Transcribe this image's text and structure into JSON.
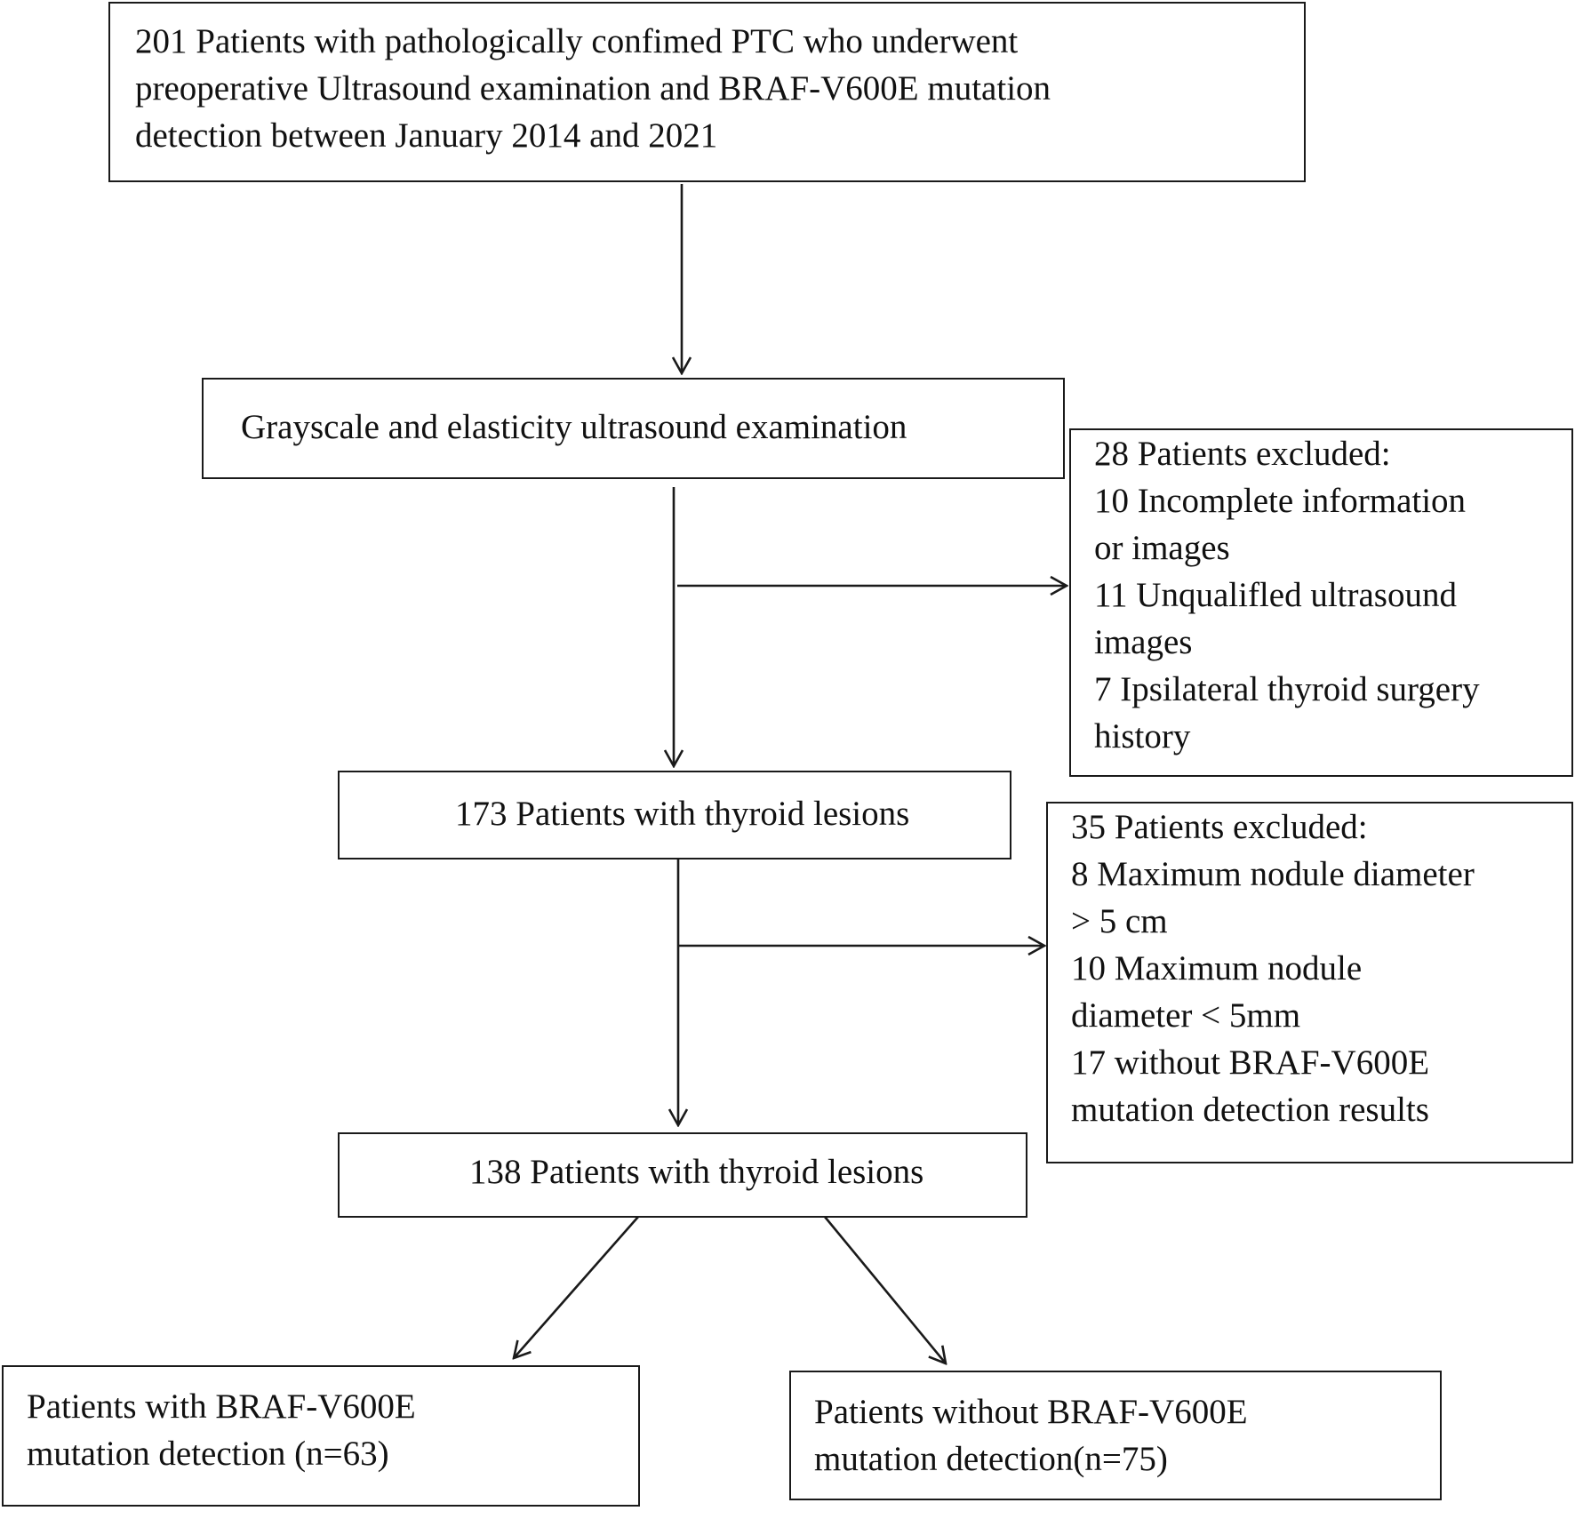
{
  "boxes": {
    "initial": {
      "lines": [
        "201 Patients with pathologically confimed PTC who underwent",
        "preoperative Ultrasound examination and BRAF-V600E mutation",
        "detection between January 2014 and 2021"
      ]
    },
    "ultrasound": {
      "lines": [
        "Grayscale and elasticity ultrasound examination"
      ]
    },
    "exclusion1": {
      "lines": [
        "28 Patients excluded:",
        "10 Incomplete information",
        "or images",
        "11 Unqualifled ultrasound",
        "images",
        "7 Ipsilateral thyroid surgery",
        "history"
      ]
    },
    "step173": {
      "lines": [
        "173 Patients with thyroid lesions"
      ]
    },
    "exclusion2": {
      "lines": [
        "35 Patients excluded:",
        "8 Maximum nodule diameter",
        "> 5 cm",
        "10 Maximum nodule",
        "diameter < 5mm",
        "17 without BRAF-V600E",
        "mutation detection results"
      ]
    },
    "step138": {
      "lines": [
        "138  Patients with thyroid lesions"
      ]
    },
    "braf_positive": {
      "lines": [
        "Patients with BRAF-V600E",
        "mutation detection  (n=63)"
      ]
    },
    "braf_negative": {
      "lines": [
        "Patients without BRAF-V600E",
        "mutation detection(n=75)"
      ]
    }
  }
}
